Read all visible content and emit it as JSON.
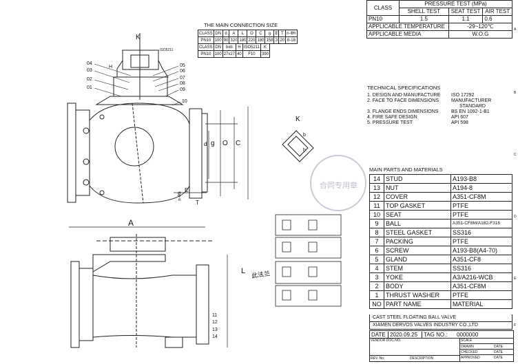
{
  "pressure_table": {
    "header": "PRESSURE TEST (MPa)",
    "class_label": "CLASS",
    "shell_test": "SHELL TEST",
    "seat_test": "SEAT TEST",
    "air_test": "AIR TEST",
    "row_class": "PN10",
    "row_shell": "1.5",
    "row_seat": "1.1",
    "row_air": "0.6",
    "temp_label": "APPLICABLE TEMPERATURE",
    "temp_value": "-29~120℃",
    "media_label": "APPLICABLE MEDIA",
    "media_value": "W.O.G"
  },
  "connection": {
    "title": "THE MAIN CONNECTION SIZE",
    "headers": [
      "CLASS",
      "DN",
      "d",
      "A",
      "L",
      "O",
      "C",
      "g",
      "E",
      "T",
      "n-Φh"
    ],
    "row": [
      "PN10",
      "100",
      "90",
      "320",
      "180",
      "220",
      "180",
      "158",
      "3",
      "20",
      "8-18"
    ],
    "headers2": [
      "CLASS",
      "DN",
      "bxb",
      "H",
      "ISO5211",
      "K"
    ],
    "row2": [
      "PN10",
      "100",
      "27x27",
      "40",
      "F10",
      "390"
    ]
  },
  "specs": {
    "title": "TECHNICAL SPECIFICATIONS",
    "items": [
      {
        "k": "1. DESIGN AND MANUFACTURE",
        "v": "ISO 17292"
      },
      {
        "k": "2. FACE TO FACE DIMENSIONS",
        "v": "MANUFACTURER"
      },
      {
        "k": "",
        "v": "STANDARD"
      },
      {
        "k": "3. FLANGE ENDS DIMENSIONS",
        "v": "BS EN 1092-1-B1"
      },
      {
        "k": "4. FIRE SAFE DESIGN",
        "v": "API 607"
      },
      {
        "k": "5. PRESSURE TEST",
        "v": "API 598"
      }
    ]
  },
  "parts": {
    "title": "MAIN PARTS AND MATERIALS",
    "rows": [
      {
        "no": "14",
        "name": "STUD",
        "mat": "A193-B8"
      },
      {
        "no": "13",
        "name": "NUT",
        "mat": "A194-8"
      },
      {
        "no": "12",
        "name": "COVER",
        "mat": "A351-CF8M"
      },
      {
        "no": "11",
        "name": "TOP GASKET",
        "mat": "PTFE"
      },
      {
        "no": "10",
        "name": "SEAT",
        "mat": "PTFE"
      },
      {
        "no": "9",
        "name": "BALL",
        "mat": "A351-CF8M/A182-F316"
      },
      {
        "no": "8",
        "name": "STEEL GASKET",
        "mat": "SS316"
      },
      {
        "no": "7",
        "name": "PACKING",
        "mat": "PTFE"
      },
      {
        "no": "6",
        "name": "SCREW",
        "mat": "A193-B8(A4-70)"
      },
      {
        "no": "5",
        "name": "GLAND",
        "mat": "A351-CF8"
      },
      {
        "no": "4",
        "name": "STEM",
        "mat": "SS316"
      },
      {
        "no": "3",
        "name": "YOKE",
        "mat": "A3/A216-WCB"
      },
      {
        "no": "2",
        "name": "BODY",
        "mat": "A351-CF8M"
      },
      {
        "no": "1",
        "name": "THRUST WASHER",
        "mat": "PTFE"
      }
    ],
    "header_no": "NO",
    "header_name": "PART NAME",
    "header_mat": "MATERIAL"
  },
  "title_block": {
    "product": "CAST STEEL FLOATING BALL VALVE",
    "company": "XIAMEN DERVOS VALVES INDUSTRY CO.,LTD",
    "date_label": "DATE",
    "date_value": "2020.09.25",
    "tag_label": "TAG NO.:",
    "tag_value": "0000000",
    "vendor_doc": "VENDOR DOC.NO.",
    "scale": "SCALE",
    "drawn": "DRAWN",
    "checked": "CHECKED",
    "approved": "APPROVED",
    "date_s": "DATE",
    "rev": "REV. No.",
    "description": "DESCRIPTION"
  },
  "drawing": {
    "k_label": "K",
    "k_view": "K",
    "iso_label": "ISO5211",
    "b_label": "b",
    "callouts_left": [
      "04",
      "03",
      "02",
      "01"
    ],
    "callouts_right": [
      "05",
      "06",
      "07",
      "08",
      "09",
      "10"
    ],
    "callouts_bottom": [
      "11",
      "12",
      "13",
      "14"
    ],
    "dim_g": "g",
    "dim_O": "O",
    "dim_C": "C",
    "dim_d": "d",
    "dim_A": "A",
    "dim_E": "E",
    "dim_T": "T",
    "dim_nh": "n-Φh",
    "dim_L": "L",
    "dim_H": "H",
    "handwritten": "此法兰"
  },
  "stamp": {
    "text": "合同专用章"
  },
  "right_edge_letters": [
    "A",
    "B",
    "C",
    "D",
    "E",
    "F"
  ]
}
